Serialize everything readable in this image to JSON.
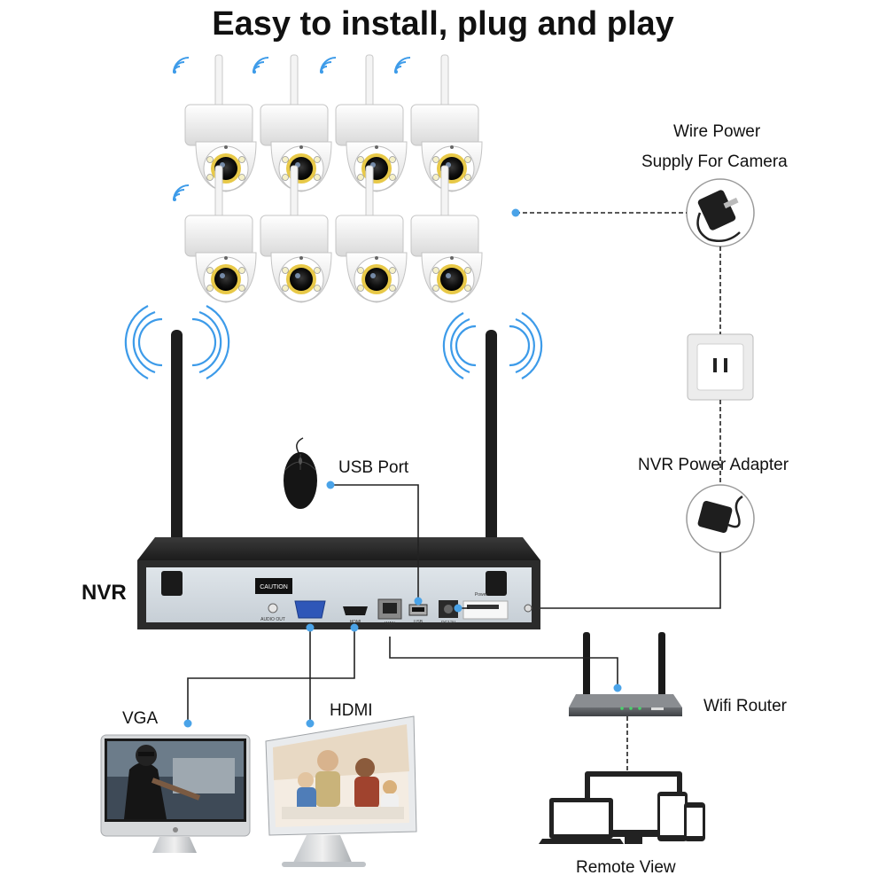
{
  "title": "Easy to install, plug and play",
  "labels": {
    "wire_power": "Wire Power",
    "wire_power_sub": "Supply For Camera",
    "usb_port": "USB Port",
    "nvr_power": "NVR Power Adapter",
    "nvr": "NVR",
    "vga": "VGA",
    "hdmi": "HDMI",
    "wifi_router": "Wifi Router",
    "remote_view": "Remote View"
  },
  "nvr_panel": {
    "caution": "CAUTION",
    "audio_out": "AUDIO OUT",
    "vga": "VGA",
    "hdmi": "HDMI",
    "wan": "WAN",
    "usb": "USB",
    "dc": "DC12V",
    "power": "Power"
  },
  "colors": {
    "connector_dot": "#4aa3e8",
    "wifi_wave": "#3d9be9",
    "line": "#222222",
    "camera_body": "#f2f2f2",
    "nvr_body": "#2b2b2b"
  }
}
